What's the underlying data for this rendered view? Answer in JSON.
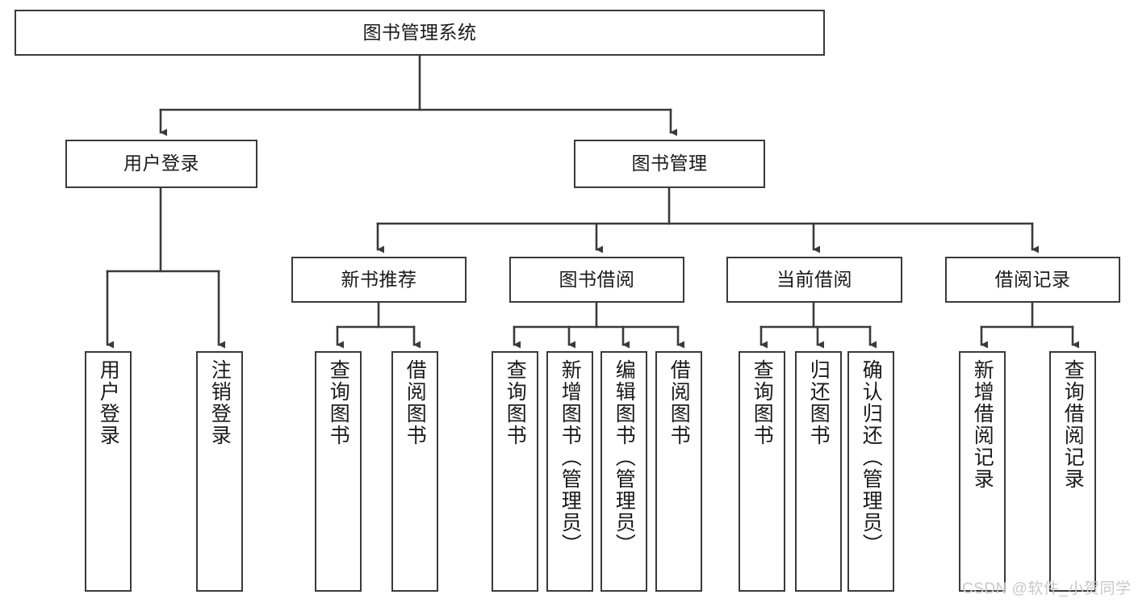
{
  "diagram": {
    "title": "图书管理系统",
    "type": "tree-structure-chart",
    "colors": {
      "box_border": "#3a3a3a",
      "box_fill": "#ffffff",
      "connector": "#3a3a3a",
      "text": "#1a1a1a",
      "watermark": "#c9c9c9",
      "canvas": "#ffffff"
    },
    "watermark": "CSDN @软件_小贺同学",
    "nodes": {
      "root": {
        "id": "root",
        "label": "图书管理系统",
        "level": 1,
        "orientation": "horizontal"
      },
      "level2": [
        {
          "id": "user-login",
          "label": "用户登录",
          "level": 2,
          "orientation": "horizontal"
        },
        {
          "id": "book-manage",
          "label": "图书管理",
          "level": 2,
          "orientation": "horizontal"
        }
      ],
      "level3": [
        {
          "id": "new-book-recommend",
          "label": "新书推荐",
          "level": 3,
          "orientation": "horizontal",
          "parent": "book-manage"
        },
        {
          "id": "book-borrow",
          "label": "图书借阅",
          "level": 3,
          "orientation": "horizontal",
          "parent": "book-manage"
        },
        {
          "id": "current-borrow",
          "label": "当前借阅",
          "level": 3,
          "orientation": "horizontal",
          "parent": "book-manage"
        },
        {
          "id": "borrow-record",
          "label": "借阅记录",
          "level": 3,
          "orientation": "horizontal",
          "parent": "book-manage"
        }
      ],
      "leaves": [
        {
          "id": "leaf-user-login",
          "label": "用户登录",
          "parent": "user-login",
          "orientation": "vertical"
        },
        {
          "id": "leaf-logout-login",
          "label": "注销登录",
          "parent": "user-login",
          "orientation": "vertical"
        },
        {
          "id": "leaf-query-book-1",
          "label": "查询图书",
          "parent": "new-book-recommend",
          "orientation": "vertical"
        },
        {
          "id": "leaf-borrow-book-1",
          "label": "借阅图书",
          "parent": "new-book-recommend",
          "orientation": "vertical"
        },
        {
          "id": "leaf-query-book-2",
          "label": "查询图书",
          "parent": "book-borrow",
          "orientation": "vertical"
        },
        {
          "id": "leaf-add-book",
          "label": "新增图书（管理员）",
          "parent": "book-borrow",
          "orientation": "vertical"
        },
        {
          "id": "leaf-edit-book",
          "label": "编辑图书（管理员）",
          "parent": "book-borrow",
          "orientation": "vertical"
        },
        {
          "id": "leaf-borrow-book-2",
          "label": "借阅图书",
          "parent": "book-borrow",
          "orientation": "vertical"
        },
        {
          "id": "leaf-query-book-3",
          "label": "查询图书",
          "parent": "current-borrow",
          "orientation": "vertical"
        },
        {
          "id": "leaf-return-book",
          "label": "归还图书",
          "parent": "current-borrow",
          "orientation": "vertical"
        },
        {
          "id": "leaf-confirm-return",
          "label": "确认归还（管理员）",
          "parent": "current-borrow",
          "orientation": "vertical"
        },
        {
          "id": "leaf-add-record",
          "label": "新增借阅记录",
          "parent": "borrow-record",
          "orientation": "vertical"
        },
        {
          "id": "leaf-query-record",
          "label": "查询借阅记录",
          "parent": "borrow-record",
          "orientation": "vertical"
        }
      ]
    }
  }
}
